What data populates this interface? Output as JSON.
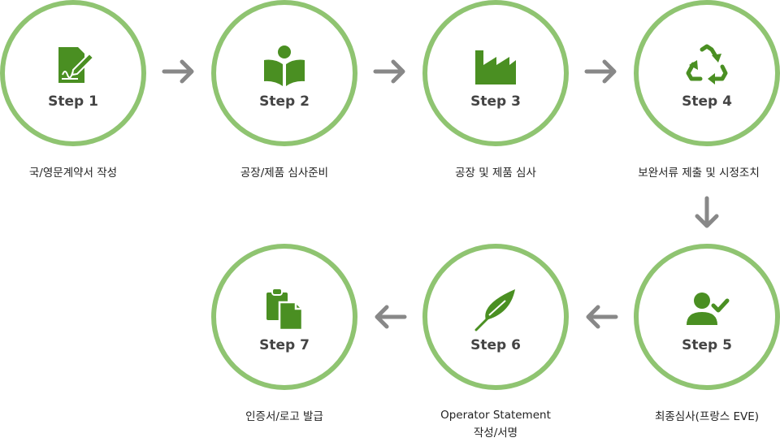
{
  "steps": [
    {
      "label": "Step 1",
      "caption": "국/영문계약서 작성",
      "icon": "contract-sign-icon"
    },
    {
      "label": "Step 2",
      "caption": "공장/제품 심사준비",
      "icon": "reading-person-icon"
    },
    {
      "label": "Step 3",
      "caption": "공장 및 제품 심사",
      "icon": "factory-icon"
    },
    {
      "label": "Step 4",
      "caption": "보완서류 제출 및 시정조치",
      "icon": "recycle-icon"
    },
    {
      "label": "Step 5",
      "caption": "최종심사(프랑스 EVE)",
      "icon": "user-check-icon"
    },
    {
      "label": "Step 6",
      "caption_line1": "Operator Statement",
      "caption_line2": "작성/서명",
      "icon": "feather-pen-icon"
    },
    {
      "label": "Step 7",
      "caption": "인증서/로고 발급",
      "icon": "documents-icon"
    }
  ],
  "colors": {
    "ring": "#8fc471",
    "icon": "#4a8f22",
    "arrow": "#888888",
    "text": "#444444"
  }
}
